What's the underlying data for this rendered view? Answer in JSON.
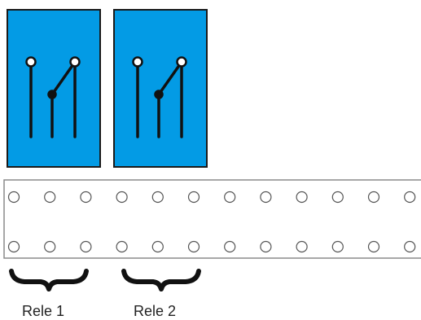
{
  "relays": [
    {
      "label": "Rele 1"
    },
    {
      "label": "Rele 2"
    }
  ],
  "terminal_strip": {
    "columns": 12,
    "rows": 2
  },
  "colors": {
    "relay_fill": "#039BE5",
    "outline": "#1a1a1a",
    "contact": "#111111"
  }
}
